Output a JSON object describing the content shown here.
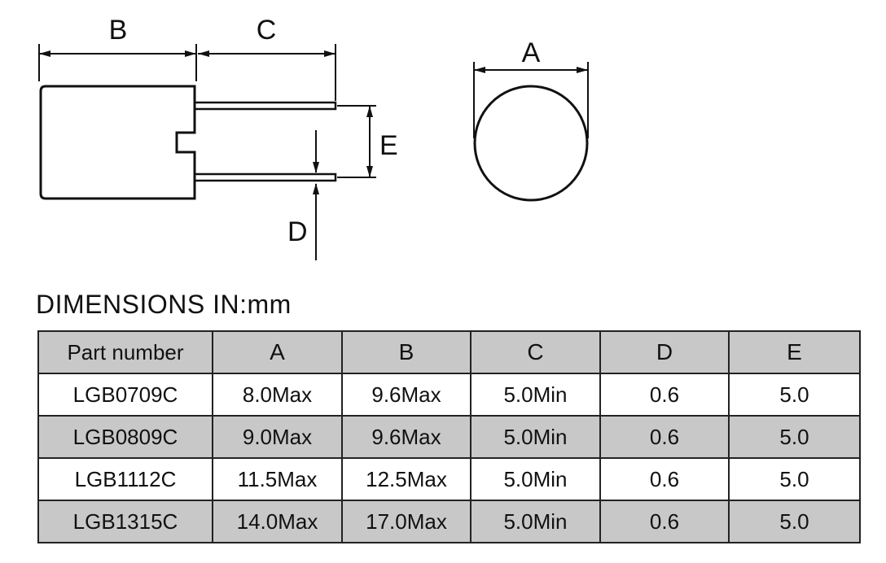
{
  "diagram": {
    "labels": {
      "a": "A",
      "b": "B",
      "c": "C",
      "d": "D",
      "e": "E"
    }
  },
  "section_title": "DIMENSIONS IN:mm",
  "table": {
    "headers": [
      "Part number",
      "A",
      "B",
      "C",
      "D",
      "E"
    ],
    "rows": [
      [
        "LGB0709C",
        "8.0Max",
        "9.6Max",
        "5.0Min",
        "0.6",
        "5.0"
      ],
      [
        "LGB0809C",
        "9.0Max",
        "9.6Max",
        "5.0Min",
        "0.6",
        "5.0"
      ],
      [
        "LGB1112C",
        "11.5Max",
        "12.5Max",
        "5.0Min",
        "0.6",
        "5.0"
      ],
      [
        "LGB1315C",
        "14.0Max",
        "17.0Max",
        "5.0Min",
        "0.6",
        "5.0"
      ]
    ]
  }
}
